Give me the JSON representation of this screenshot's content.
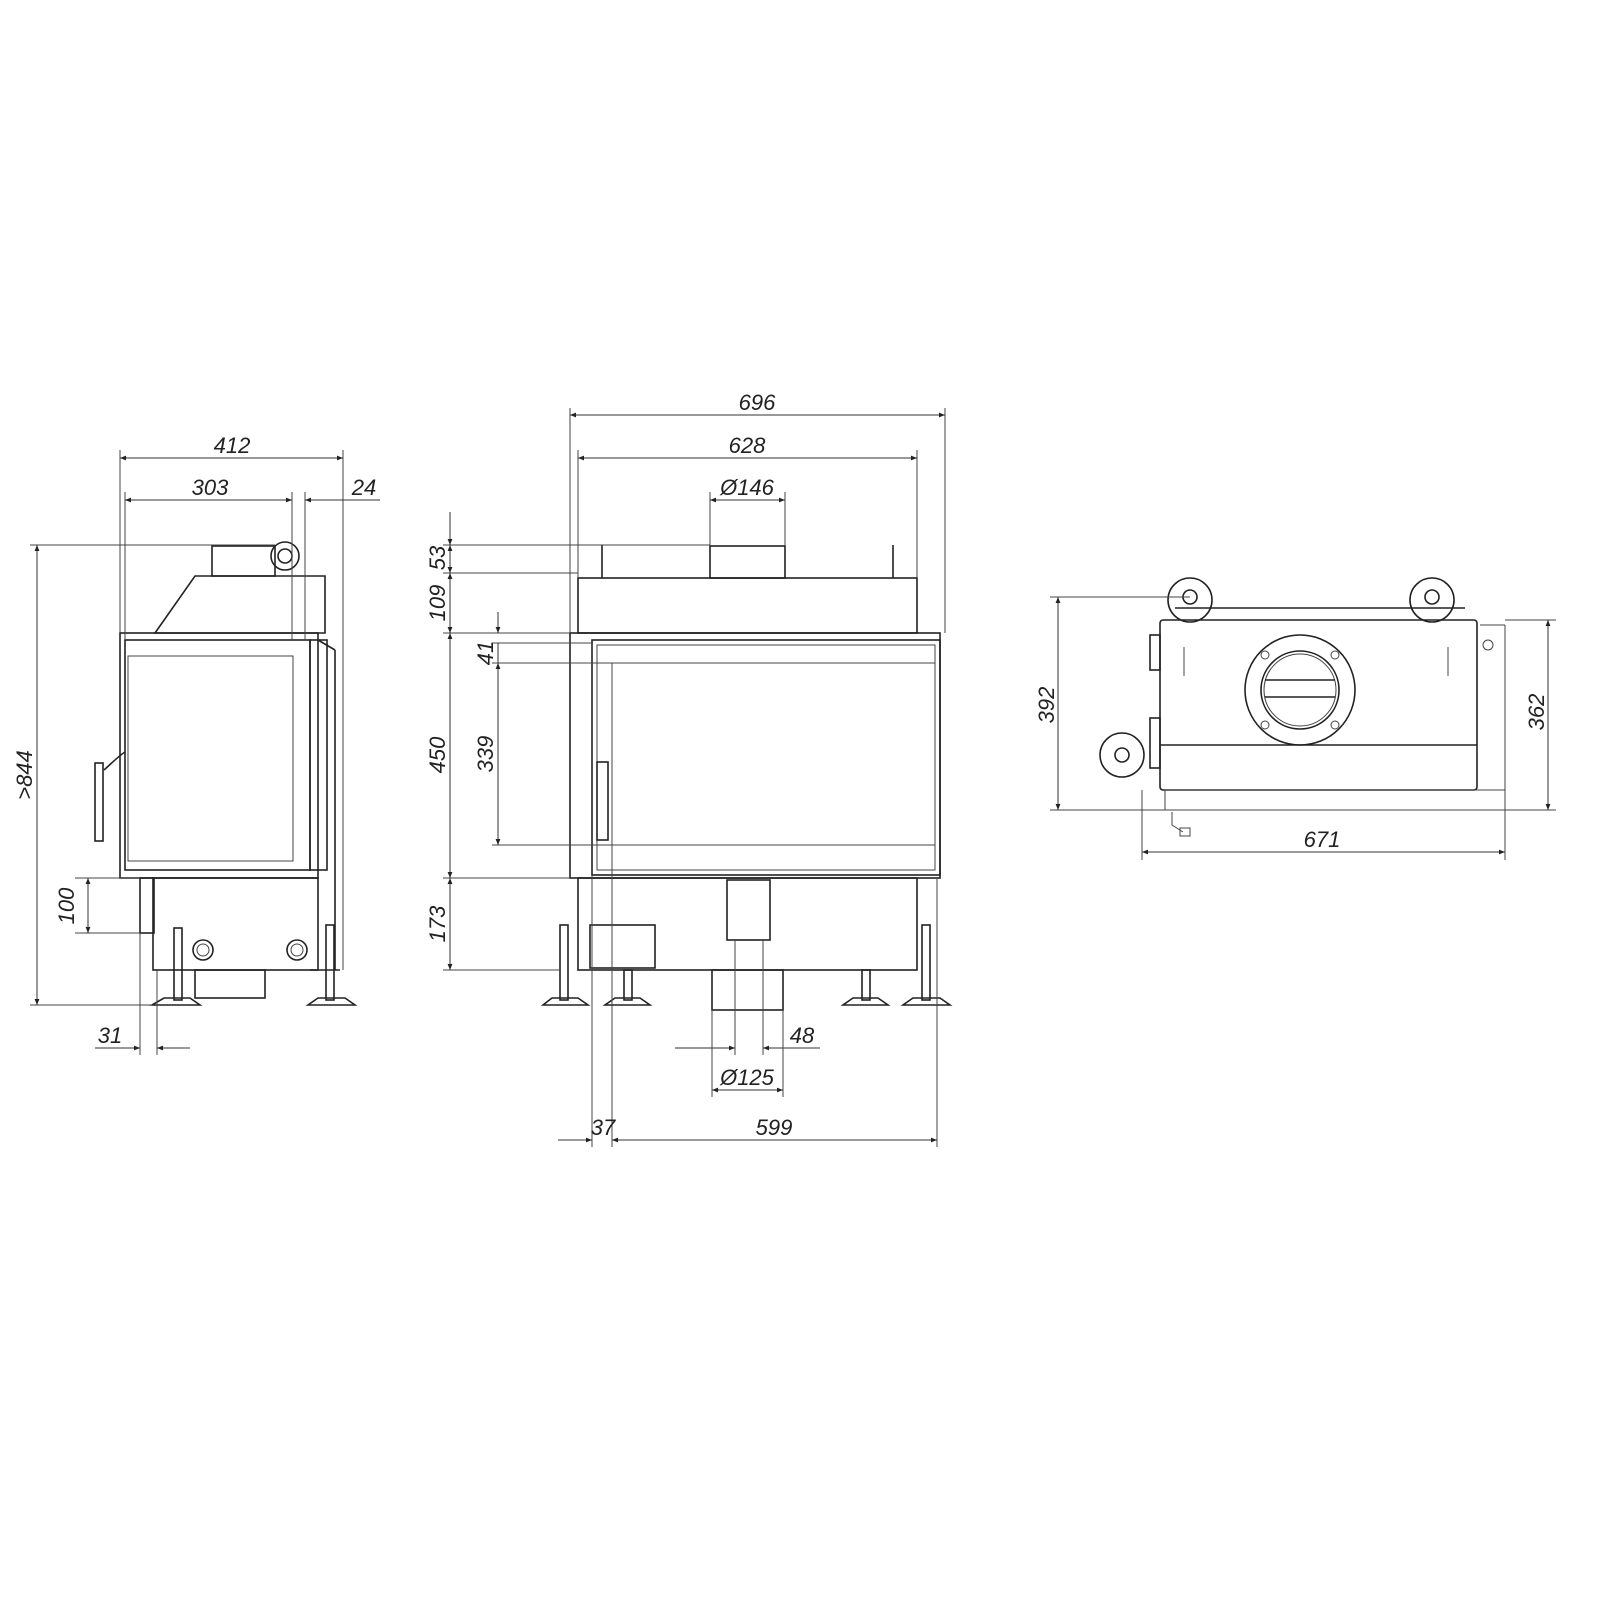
{
  "side_view": {
    "width_total": "412",
    "width_inner": "303",
    "offset_right": "24",
    "height_total": ">844",
    "height_base": "100",
    "offset_left": "31"
  },
  "front_view": {
    "width_total": "696",
    "width_top": "628",
    "flue_top": "Ø146",
    "height_top_a": "53",
    "height_top_b": "109",
    "door_top": "41",
    "door_height": "450",
    "glass_height": "339",
    "base_height": "173",
    "flue_offset": "48",
    "flue_bottom": "Ø125",
    "offset_left": "37",
    "width_bottom": "599"
  },
  "top_view": {
    "depth_total": "392",
    "depth_body": "362",
    "width_total": "671"
  }
}
